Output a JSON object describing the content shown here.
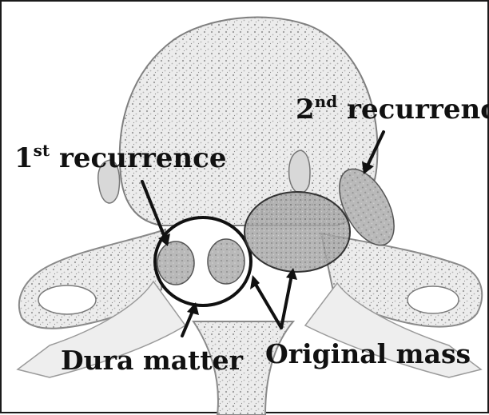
{
  "labels": {
    "first_recurrence": {
      "base": "1",
      "sup": "st",
      "rest": " recurrence"
    },
    "second_recurrence": {
      "base": "2",
      "sup": "nd",
      "rest": " recurrence"
    },
    "dura_matter": "Dura matter",
    "original_mass": "Original mass"
  },
  "colors": {
    "bone_fill": "#e6e6e6",
    "bone_stroke": "#8a8a8a",
    "lesion_fill": "#b0b0b0",
    "mass_fill": "#9a9a9a",
    "ink": "#111111"
  }
}
